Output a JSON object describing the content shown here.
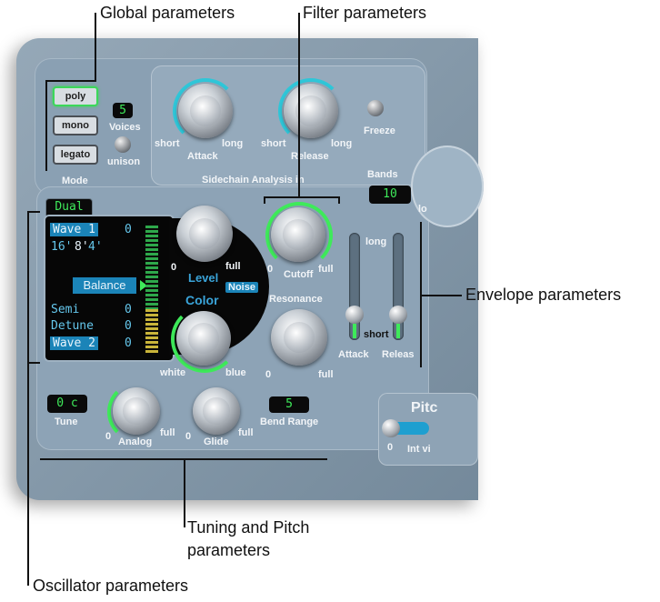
{
  "annotations": {
    "global": "Global parameters",
    "filter": "Filter parameters",
    "envelope": "Envelope parameters",
    "tuning_line1": "Tuning and Pitch",
    "tuning_line2": "parameters",
    "oscillator": "Oscillator parameters"
  },
  "global": {
    "poly": "poly",
    "mono": "mono",
    "legato": "legato",
    "voices_value": "5",
    "voices_label": "Voices",
    "unison": "unison",
    "mode": "Mode"
  },
  "sidechain": {
    "attack_short": "short",
    "attack_long": "long",
    "attack": "Attack",
    "release_short": "short",
    "release_long": "long",
    "release": "Release",
    "freeze": "Freeze",
    "title": "Sidechain Analysis in",
    "bands_label": "Bands",
    "bands_value": "10",
    "low_fragment": "lo"
  },
  "oscillator": {
    "tab": "Dual",
    "wave1": "Wave 1",
    "wave1_value": "0",
    "octaves": [
      "16'",
      "8'",
      "4'"
    ],
    "balance": "Balance",
    "semi": "Semi",
    "semi_value": "0",
    "detune": "Detune",
    "detune_value": "0",
    "wave2": "Wave 2",
    "wave2_value": "0",
    "level_min": "0",
    "level_max": "full",
    "level": "Level",
    "noise": "Noise",
    "color": "Color",
    "color_min": "white",
    "color_max": "blue"
  },
  "filter": {
    "cutoff_min": "0",
    "cutoff_max": "full",
    "cutoff": "Cutoff",
    "resonance": "Resonance",
    "res_min": "0",
    "res_max": "full"
  },
  "envelope": {
    "long": "long",
    "short": "short",
    "attack": "Attack",
    "release": "Releas"
  },
  "tuning": {
    "tune_value": "0 c",
    "tune_label": "Tune",
    "analog_min": "0",
    "analog_max": "full",
    "analog": "Analog",
    "glide_min": "0",
    "glide_max": "full",
    "glide": "Glide",
    "bend_value": "5",
    "bend_label": "Bend Range",
    "pitch_fragment": "Pitc",
    "int_fragment": "Int vi",
    "int_zero": "0"
  },
  "colors": {
    "panel": "#7e95a8",
    "lcd_green": "#3eea5a",
    "accent_cyan": "#2fc6d8"
  }
}
